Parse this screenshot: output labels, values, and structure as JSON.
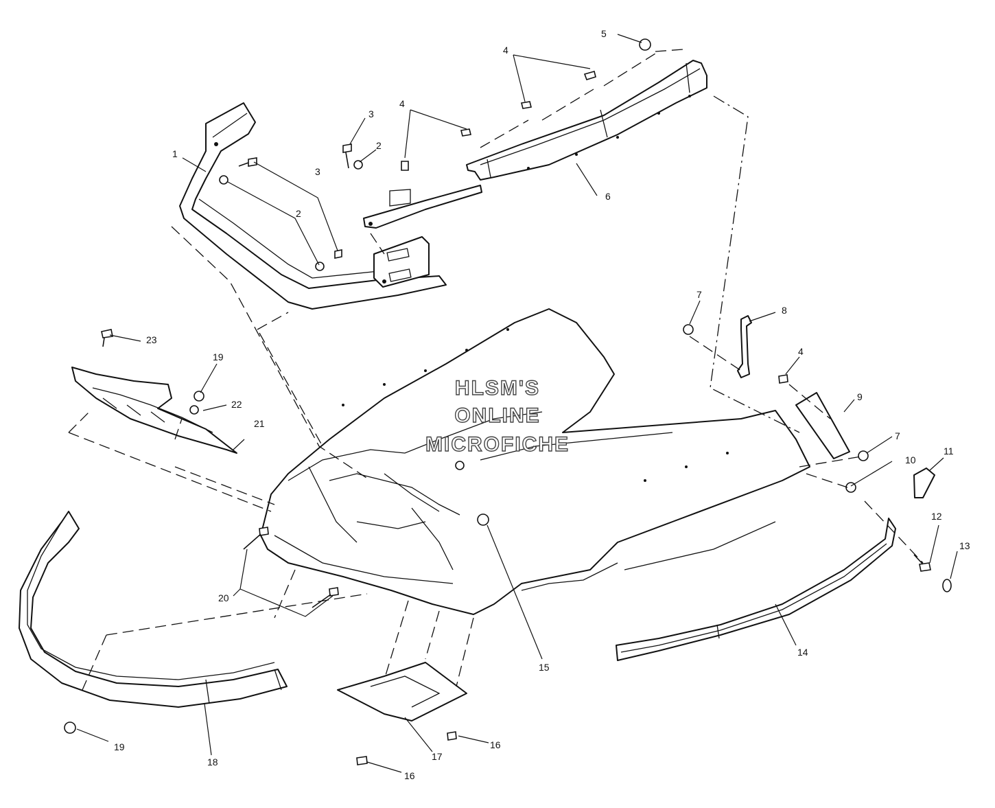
{
  "watermark": {
    "line1": "HLSM'S",
    "line2": "ONLINE",
    "line3": "MICROFICHE"
  },
  "callouts": [
    {
      "id": "c1",
      "label": "1"
    },
    {
      "id": "c2a",
      "label": "2"
    },
    {
      "id": "c2b",
      "label": "2"
    },
    {
      "id": "c3a",
      "label": "3"
    },
    {
      "id": "c3b",
      "label": "3"
    },
    {
      "id": "c4a",
      "label": "4"
    },
    {
      "id": "c4b",
      "label": "4"
    },
    {
      "id": "c4c",
      "label": "4"
    },
    {
      "id": "c5",
      "label": "5"
    },
    {
      "id": "c6",
      "label": "6"
    },
    {
      "id": "c7a",
      "label": "7"
    },
    {
      "id": "c7b",
      "label": "7"
    },
    {
      "id": "c8",
      "label": "8"
    },
    {
      "id": "c9",
      "label": "9"
    },
    {
      "id": "c10",
      "label": "10"
    },
    {
      "id": "c11",
      "label": "11"
    },
    {
      "id": "c12",
      "label": "12"
    },
    {
      "id": "c13",
      "label": "13"
    },
    {
      "id": "c14",
      "label": "14"
    },
    {
      "id": "c15",
      "label": "15"
    },
    {
      "id": "c16a",
      "label": "16"
    },
    {
      "id": "c16b",
      "label": "16"
    },
    {
      "id": "c17",
      "label": "17"
    },
    {
      "id": "c18",
      "label": "18"
    },
    {
      "id": "c19a",
      "label": "19"
    },
    {
      "id": "c19b",
      "label": "19"
    },
    {
      "id": "c20",
      "label": "20"
    },
    {
      "id": "c21",
      "label": "21"
    },
    {
      "id": "c22",
      "label": "22"
    },
    {
      "id": "c23",
      "label": "23"
    }
  ]
}
